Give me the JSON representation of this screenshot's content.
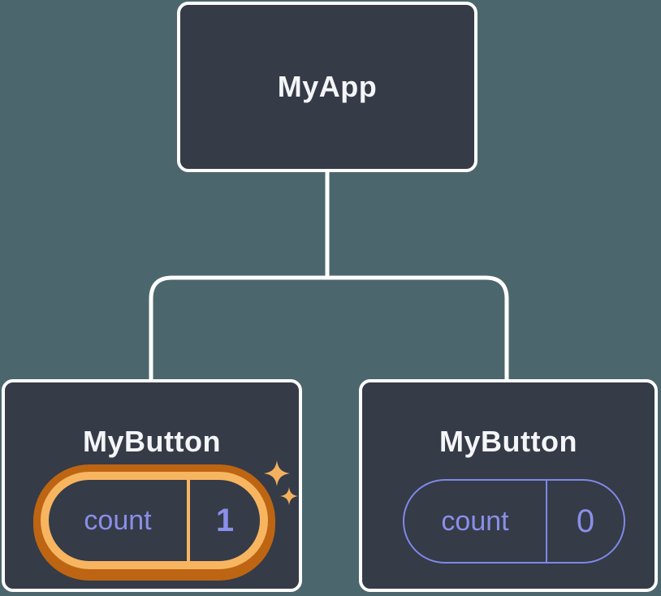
{
  "diagram": {
    "type": "component-tree",
    "root": {
      "label": "MyApp"
    },
    "children": [
      {
        "label": "MyButton",
        "state_name": "count",
        "state_value": "1",
        "highlighted": true,
        "decoration": "sparkles-icon"
      },
      {
        "label": "MyButton",
        "state_name": "count",
        "state_value": "0",
        "highlighted": false
      }
    ]
  },
  "colors": {
    "background": "#4c666d",
    "node_fill": "#353b47",
    "node_border": "#ffffff",
    "connector_line": "#ffffff",
    "title_text": "#f4f5f8",
    "state_text": "#8a8fe9",
    "pill_border_purple": "#7f88e8",
    "highlight_ring_inner": "#f8b560",
    "highlight_ring_outer": "#bd6512",
    "sparkle": "#f3b15f"
  }
}
